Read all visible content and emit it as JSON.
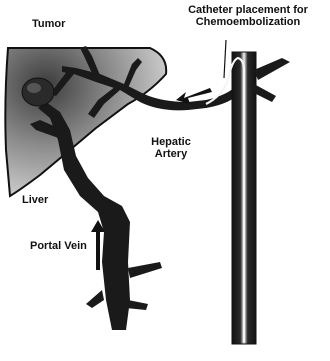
{
  "diagram": {
    "labels": {
      "tumor": "Tumor",
      "catheter_line1": "Catheter placement for",
      "catheter_line2": "Chemoembolization",
      "hepatic_line1": "Hepatic",
      "hepatic_line2": "Artery",
      "liver": "Liver",
      "portal_vein": "Portal Vein"
    },
    "colors": {
      "ink": "#111111",
      "liver_dark": "#5a5a5a",
      "liver_light": "#d9d9d9",
      "vessel": "#1a1a1a",
      "aorta_highlight": "#f2f2f2",
      "background": "#ffffff"
    }
  }
}
